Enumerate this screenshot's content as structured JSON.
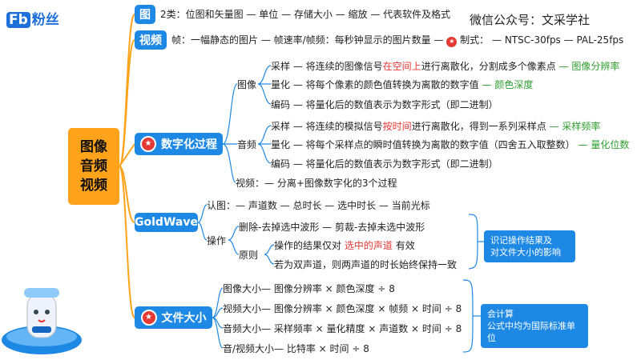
{
  "logo": {
    "badge": "Fb",
    "text": "粉丝"
  },
  "wechat": "微信公众号：文采学社",
  "root": [
    "图像",
    "音频",
    "视频"
  ],
  "image": {
    "title": "图",
    "text": "2类：位图和矢量图 — 单位 — 存储大小 — 缩放 — 代表软件及格式"
  },
  "video": {
    "title": "视频",
    "text": "帧：一幅静态的图片 — 帧速率/帧频：每秒钟显示的图片数量 —",
    "standard_label": "制式：",
    "standard_values": "— NTSC-30fps — PAL-25fps"
  },
  "digital": {
    "title": "数字化过程",
    "image_label": "图像",
    "audio_label": "音频",
    "video_label": "视频：",
    "video_text": "— 分离+图像数字化的3个过程",
    "image_steps": [
      {
        "name": "采样",
        "pre": "— 将连续的图像信号",
        "hl": "在空间上",
        "post": "进行离散化，分割成多个像素点",
        "result": "— 图像分辨率"
      },
      {
        "name": "量化",
        "pre": "— 将每个像素的颜色值转换为离散的数字值",
        "hl": "",
        "post": "",
        "result": "— 颜色深度"
      },
      {
        "name": "编码",
        "pre": "— 将量化后的数值表示为数字形式（即二进制）",
        "hl": "",
        "post": "",
        "result": ""
      }
    ],
    "audio_steps": [
      {
        "name": "采样",
        "pre": "— 将连续的模拟信号",
        "hl": "按时间",
        "post": "进行离散化，得到一系列采样点",
        "result": "— 采样频率"
      },
      {
        "name": "量化",
        "pre": "— 将每个采样点的瞬时值转换为离散的数字值（四舍五入取整数）",
        "hl": "",
        "post": "",
        "result": "— 量化位数"
      },
      {
        "name": "编码",
        "pre": "— 将量化后的数值表示为数字形式（即二进制）",
        "hl": "",
        "post": "",
        "result": ""
      }
    ]
  },
  "goldwave": {
    "title": "GoldWave",
    "recognize_label": "认图：",
    "recognize_text": "— 声道数 — 总时长 — 选中时长 — 当前光标",
    "ops_label": "操作",
    "ops_items": [
      "删除-去掉选中波形 — 剪裁-去掉未选中波形"
    ],
    "principle_label": "原则",
    "principle_1_pre": "操作的结果仅对",
    "principle_1_hl": "选中的声道",
    "principle_1_post": "有效",
    "principle_2": "若为双声道，则两声道的时长始终保持一致",
    "note": [
      "识记操作结果及",
      "对文件大小的影响"
    ]
  },
  "filesize": {
    "title": "文件大小",
    "rows": [
      {
        "label": "图像大小",
        "formula": "— 图像分辨率 × 颜色深度 ÷ 8"
      },
      {
        "label": "视频大小",
        "formula": "— 图像分辨率 × 颜色深度 × 帧频 × 时间 ÷ 8"
      },
      {
        "label": "音频大小",
        "formula": "— 采样频率 × 量化精度 × 声道数 × 时间 ÷ 8"
      },
      {
        "label": "音/视频大小",
        "formula": "— 比特率 × 时间 ÷ 8"
      }
    ],
    "note": [
      "会计算",
      "公式中均为国际标准单位"
    ]
  },
  "colors": {
    "accent": "#1e88e5",
    "root": "#ffa31a",
    "highlight": "#e53935",
    "result": "#2e9d2e"
  }
}
